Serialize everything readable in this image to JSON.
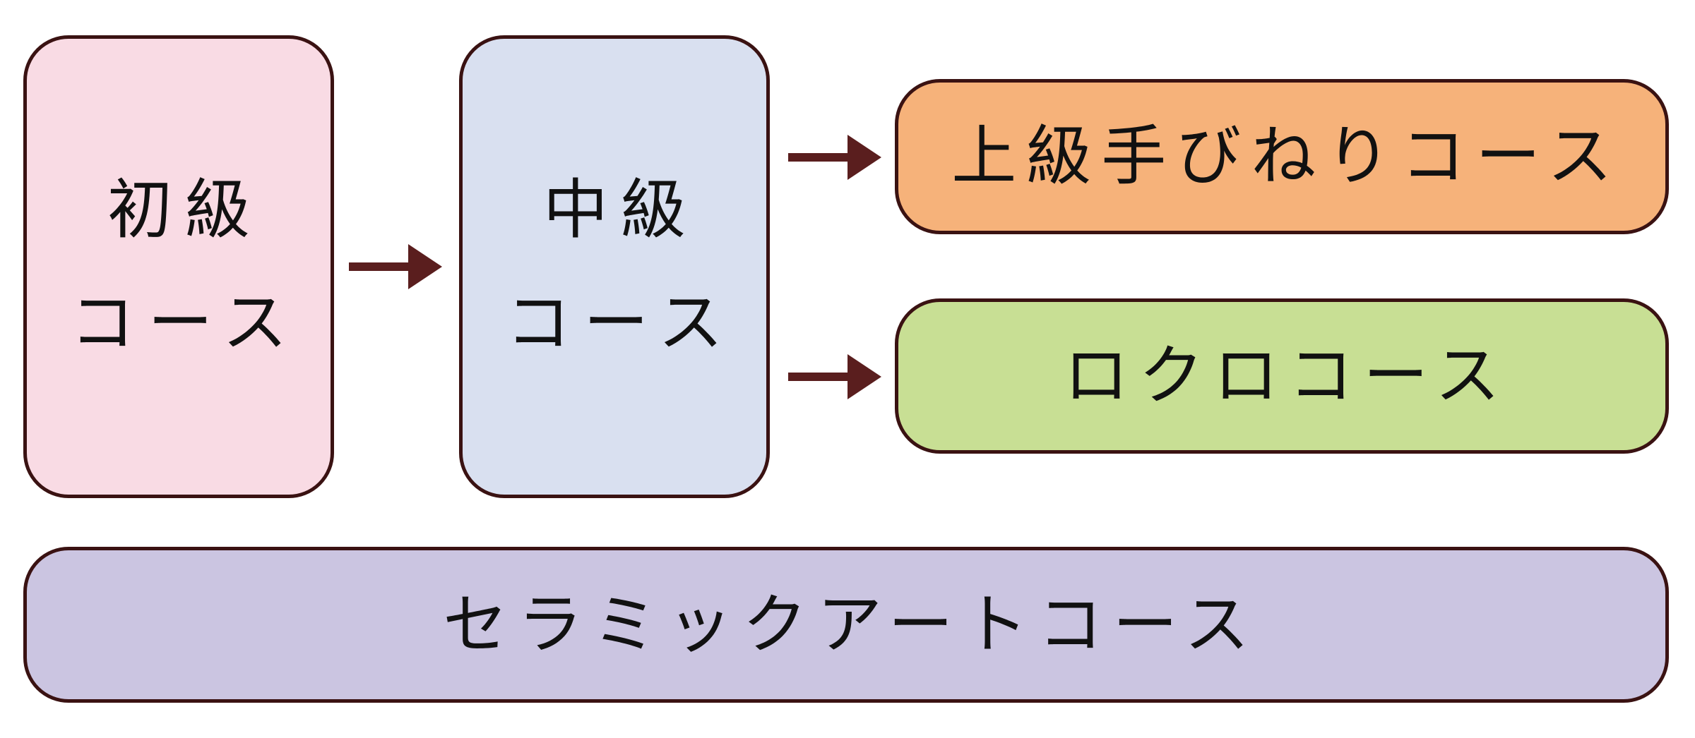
{
  "colors": {
    "beginner_fill": "#f9dbe4",
    "intermediate_fill": "#d9e0f0",
    "advanced_fill": "#f6b27a",
    "rokuro_fill": "#c8df94",
    "ceramic_fill": "#cbc5e1",
    "border": "#3a1212",
    "arrow": "#5a1e1e"
  },
  "boxes": {
    "beginner": {
      "line1": "初級",
      "line2": "コース"
    },
    "intermediate": {
      "line1": "中級",
      "line2": "コース"
    },
    "advanced": {
      "label": "上級手びねりコース"
    },
    "rokuro": {
      "label": "ロクロコース"
    },
    "ceramic": {
      "label": "セラミックアートコース"
    }
  },
  "arrows": [
    {
      "from": "beginner",
      "to": "intermediate"
    },
    {
      "from": "intermediate",
      "to": "advanced"
    },
    {
      "from": "intermediate",
      "to": "rokuro"
    }
  ]
}
